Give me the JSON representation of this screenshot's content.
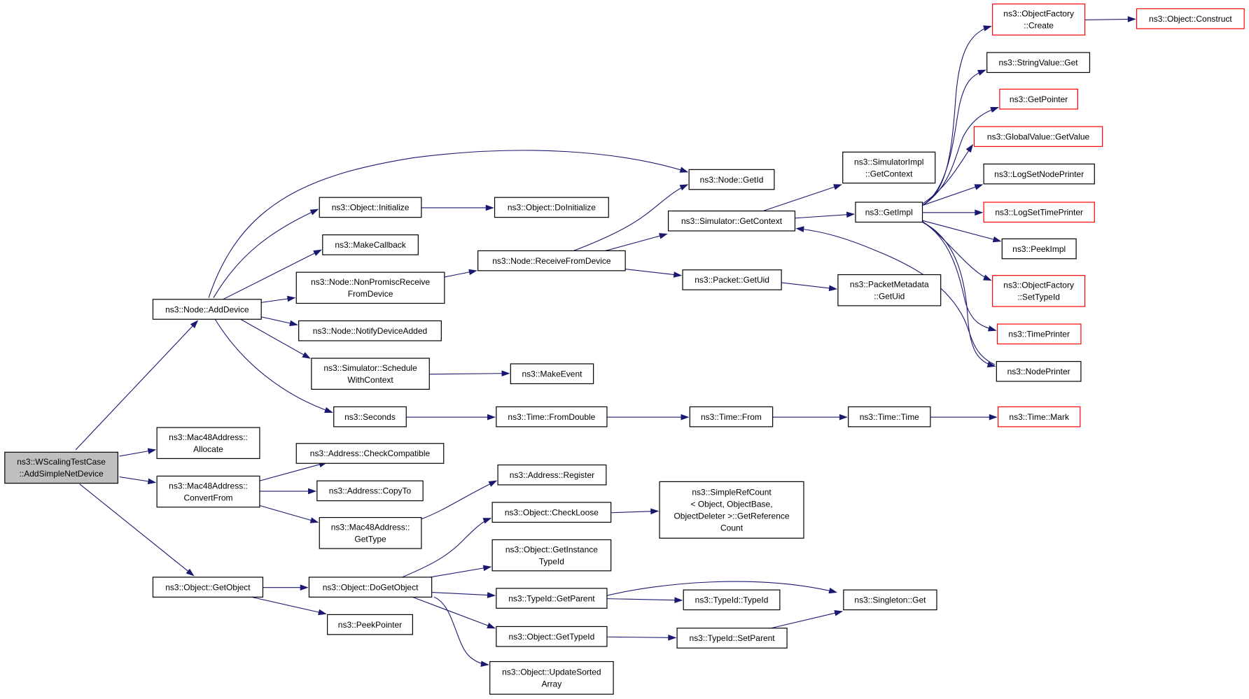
{
  "colors": {
    "edge": "#191970",
    "truncated_border": "#ff0000",
    "root_fill": "#bfbfbf",
    "node_border": "#000000"
  },
  "nodes": [
    {
      "id": "root",
      "lines": [
        "ns3::WScalingTestCase",
        "::AddSimpleNetDevice"
      ],
      "style": "root"
    },
    {
      "id": "addDevice",
      "lines": [
        "ns3::Node::AddDevice"
      ],
      "style": "normal"
    },
    {
      "id": "mac48Allocate",
      "lines": [
        "ns3::Mac48Address::",
        "Allocate"
      ],
      "style": "normal"
    },
    {
      "id": "mac48Convert",
      "lines": [
        "ns3::Mac48Address::",
        "ConvertFrom"
      ],
      "style": "normal"
    },
    {
      "id": "getObject",
      "lines": [
        "ns3::Object::GetObject"
      ],
      "style": "normal"
    },
    {
      "id": "getId",
      "lines": [
        "ns3::Node::GetId"
      ],
      "style": "normal"
    },
    {
      "id": "objInit",
      "lines": [
        "ns3::Object::Initialize"
      ],
      "style": "normal"
    },
    {
      "id": "makeCallback",
      "lines": [
        "ns3::MakeCallback"
      ],
      "style": "normal"
    },
    {
      "id": "nonPromisc",
      "lines": [
        "ns3::Node::NonPromiscReceive",
        "FromDevice"
      ],
      "style": "normal"
    },
    {
      "id": "notifyAdded",
      "lines": [
        "ns3::Node::NotifyDeviceAdded"
      ],
      "style": "normal"
    },
    {
      "id": "schedCtx",
      "lines": [
        "ns3::Simulator::Schedule",
        "WithContext"
      ],
      "style": "normal"
    },
    {
      "id": "seconds",
      "lines": [
        "ns3::Seconds"
      ],
      "style": "normal"
    },
    {
      "id": "doInit",
      "lines": [
        "ns3::Object::DoInitialize"
      ],
      "style": "normal"
    },
    {
      "id": "recvFromDev",
      "lines": [
        "ns3::Node::ReceiveFromDevice"
      ],
      "style": "normal"
    },
    {
      "id": "makeEvent",
      "lines": [
        "ns3::MakeEvent"
      ],
      "style": "normal"
    },
    {
      "id": "fromDouble",
      "lines": [
        "ns3::Time::FromDouble"
      ],
      "style": "normal"
    },
    {
      "id": "simGetCtx",
      "lines": [
        "ns3::Simulator::GetContext"
      ],
      "style": "normal"
    },
    {
      "id": "pktGetUid",
      "lines": [
        "ns3::Packet::GetUid"
      ],
      "style": "normal"
    },
    {
      "id": "timeFrom",
      "lines": [
        "ns3::Time::From"
      ],
      "style": "normal"
    },
    {
      "id": "simImplCtx",
      "lines": [
        "ns3::SimulatorImpl",
        "::GetContext"
      ],
      "style": "normal"
    },
    {
      "id": "getImpl",
      "lines": [
        "ns3::GetImpl"
      ],
      "style": "normal"
    },
    {
      "id": "pktMetaUid",
      "lines": [
        "ns3::PacketMetadata",
        "::GetUid"
      ],
      "style": "normal"
    },
    {
      "id": "timeTime",
      "lines": [
        "ns3::Time::Time"
      ],
      "style": "normal"
    },
    {
      "id": "ofCreate",
      "lines": [
        "ns3::ObjectFactory",
        "::Create"
      ],
      "style": "truncated"
    },
    {
      "id": "strGet",
      "lines": [
        "ns3::StringValue::Get"
      ],
      "style": "normal"
    },
    {
      "id": "getPointer",
      "lines": [
        "ns3::GetPointer"
      ],
      "style": "truncated"
    },
    {
      "id": "gvGetValue",
      "lines": [
        "ns3::GlobalValue::GetValue"
      ],
      "style": "truncated"
    },
    {
      "id": "logNode",
      "lines": [
        "ns3::LogSetNodePrinter"
      ],
      "style": "normal"
    },
    {
      "id": "logTime",
      "lines": [
        "ns3::LogSetTimePrinter"
      ],
      "style": "truncated"
    },
    {
      "id": "peekImpl",
      "lines": [
        "ns3::PeekImpl"
      ],
      "style": "normal"
    },
    {
      "id": "ofSetType",
      "lines": [
        "ns3::ObjectFactory",
        "::SetTypeId"
      ],
      "style": "truncated"
    },
    {
      "id": "timePrinter",
      "lines": [
        "ns3::TimePrinter"
      ],
      "style": "truncated"
    },
    {
      "id": "nodePrinter",
      "lines": [
        "ns3::NodePrinter"
      ],
      "style": "normal"
    },
    {
      "id": "timeMark",
      "lines": [
        "ns3::Time::Mark"
      ],
      "style": "truncated"
    },
    {
      "id": "objConstruct",
      "lines": [
        "ns3::Object::Construct"
      ],
      "style": "truncated"
    },
    {
      "id": "addrCheck",
      "lines": [
        "ns3::Address::CheckCompatible"
      ],
      "style": "normal"
    },
    {
      "id": "addrCopy",
      "lines": [
        "ns3::Address::CopyTo"
      ],
      "style": "normal"
    },
    {
      "id": "mac48GetType",
      "lines": [
        "ns3::Mac48Address::",
        "GetType"
      ],
      "style": "normal"
    },
    {
      "id": "addrRegister",
      "lines": [
        "ns3::Address::Register"
      ],
      "style": "normal"
    },
    {
      "id": "doGetObject",
      "lines": [
        "ns3::Object::DoGetObject"
      ],
      "style": "normal"
    },
    {
      "id": "peekPointer",
      "lines": [
        "ns3::PeekPointer"
      ],
      "style": "normal"
    },
    {
      "id": "checkLoose",
      "lines": [
        "ns3::Object::CheckLoose"
      ],
      "style": "normal"
    },
    {
      "id": "getInstTid",
      "lines": [
        "ns3::Object::GetInstance",
        "TypeId"
      ],
      "style": "normal"
    },
    {
      "id": "tidGetParent",
      "lines": [
        "ns3::TypeId::GetParent"
      ],
      "style": "normal"
    },
    {
      "id": "objGetTid",
      "lines": [
        "ns3::Object::GetTypeId"
      ],
      "style": "normal"
    },
    {
      "id": "updSorted",
      "lines": [
        "ns3::Object::UpdateSorted",
        "Array"
      ],
      "style": "normal"
    },
    {
      "id": "simpleRef",
      "lines": [
        "ns3::SimpleRefCount",
        "< Object, ObjectBase,",
        "ObjectDeleter >::GetReference",
        "Count"
      ],
      "style": "normal"
    },
    {
      "id": "tidTid",
      "lines": [
        "ns3::TypeId::TypeId"
      ],
      "style": "normal"
    },
    {
      "id": "tidSetParent",
      "lines": [
        "ns3::TypeId::SetParent"
      ],
      "style": "normal"
    },
    {
      "id": "singletonGet",
      "lines": [
        "ns3::Singleton::Get"
      ],
      "style": "normal"
    }
  ]
}
